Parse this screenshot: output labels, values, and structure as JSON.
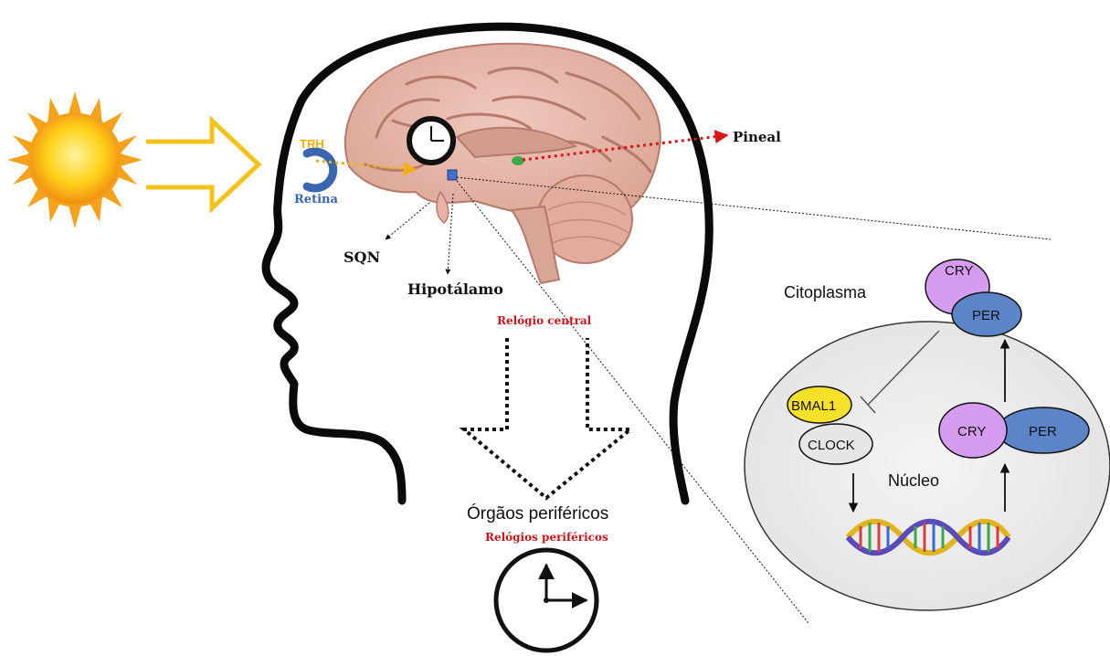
{
  "labels": {
    "trh": "TRH",
    "retina": "Retina",
    "pineal": "Pineal",
    "sqn": "SQN",
    "hipotalamo": "Hipotálamo",
    "relogio_central": "Relógio central",
    "orgaos_perifericos": "Órgãos periféricos",
    "relogios_perifericos": "Relógios periféricos"
  },
  "cell": {
    "citoplasma": "Citoplasma",
    "nucleo": "Núcleo",
    "cry_top": "CRY",
    "per_top": "PER",
    "cry_nuc": "CRY",
    "per_nuc": "PER",
    "bmal1": "BMAL1",
    "clock": "CLOCK"
  },
  "colors": {
    "sun_core": "#ffd21a",
    "sun_rays": "#f6a21c",
    "light_arrow": "#f5c21a",
    "retina": "#3a66b0",
    "pineal_arrow": "#d8141c",
    "pineal_gland": "#3fa84a",
    "red_text": "#c8141c",
    "cry": "#d69cf0",
    "per": "#5b84c9",
    "bmal1": "#f5e12a",
    "clock": "#e6e6e6",
    "nucleus": "#ececec",
    "brain": "#e8b9ac"
  },
  "icons": [
    "sun-icon",
    "clock-icon",
    "dna-icon"
  ]
}
